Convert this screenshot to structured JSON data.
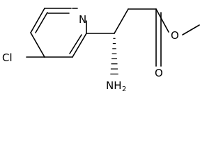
{
  "molecule": {
    "atoms": {
      "pyridine_n": "N",
      "chloro": "Cl",
      "amino_n": "NH",
      "amino_h_count": "2",
      "carbonyl_o": "O",
      "ester_o": "O"
    },
    "stereo": {
      "wedge_type": "hashed"
    },
    "colors": {
      "ink": "#000000",
      "background": "#ffffff"
    }
  }
}
